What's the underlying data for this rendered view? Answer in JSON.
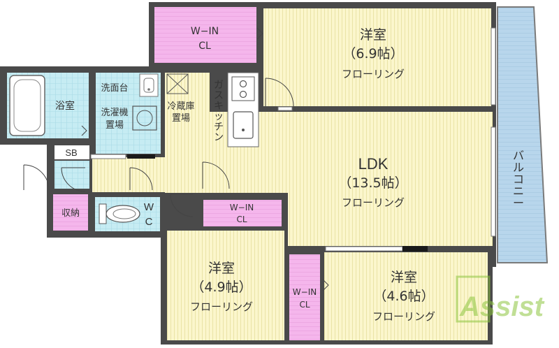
{
  "rooms": {
    "bedroom1": {
      "name": "洋室",
      "size": "（6.9帖）",
      "floor": "フローリング"
    },
    "ldk": {
      "name": "LDK",
      "size": "（13.5帖）",
      "floor": "フローリング"
    },
    "bedroom2": {
      "name": "洋室",
      "size": "（4.9帖）",
      "floor": "フローリング"
    },
    "bedroom3": {
      "name": "洋室",
      "size": "（4.6帖）",
      "floor": "フローリング"
    },
    "wic_top": {
      "line1": "W−IN",
      "line2": "CL"
    },
    "wic_mid": {
      "line1": "W−IN",
      "line2": "CL"
    },
    "wic_low": {
      "line1": "W−IN",
      "line2": "CL"
    },
    "bath": "浴室",
    "washstand": "洗面台",
    "washer": {
      "line1": "洗濯機",
      "line2": "置場"
    },
    "fridge": {
      "line1": "冷蔵庫",
      "line2": "置場"
    },
    "gas_kitchen": [
      "ガ",
      "ス",
      "キ",
      "ッ",
      "チ",
      "ン"
    ],
    "sb": "SB",
    "storage": "収納",
    "wc": {
      "line1": "W",
      "line2": "C"
    },
    "balcony": [
      "バ",
      "ル",
      "コ",
      "ニ",
      "ー"
    ]
  },
  "watermark": "Assist",
  "colors": {
    "wall": "#4a4a4a",
    "floor": "#fbf6cc",
    "closet": "#f5b6ec",
    "wet": "#c6ecf3",
    "balcony": "#b8d6ec",
    "logo": "#8dc63f"
  }
}
